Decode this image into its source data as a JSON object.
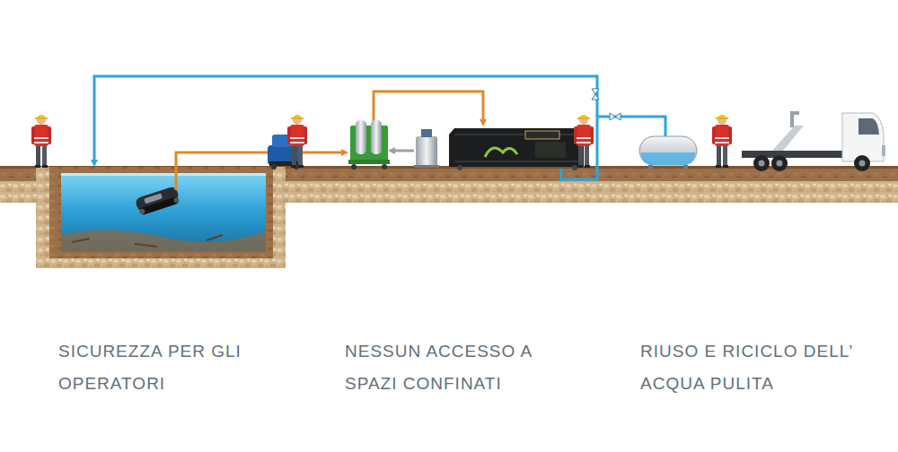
{
  "diagram": {
    "labels": [
      "SICUREZZA PER GLI OPERATORI",
      "NESSUN ACCESSO A SPAZI CONFINATI",
      "RIUSO E RICICLO DELL’ ACQUA PULITA"
    ]
  }
}
